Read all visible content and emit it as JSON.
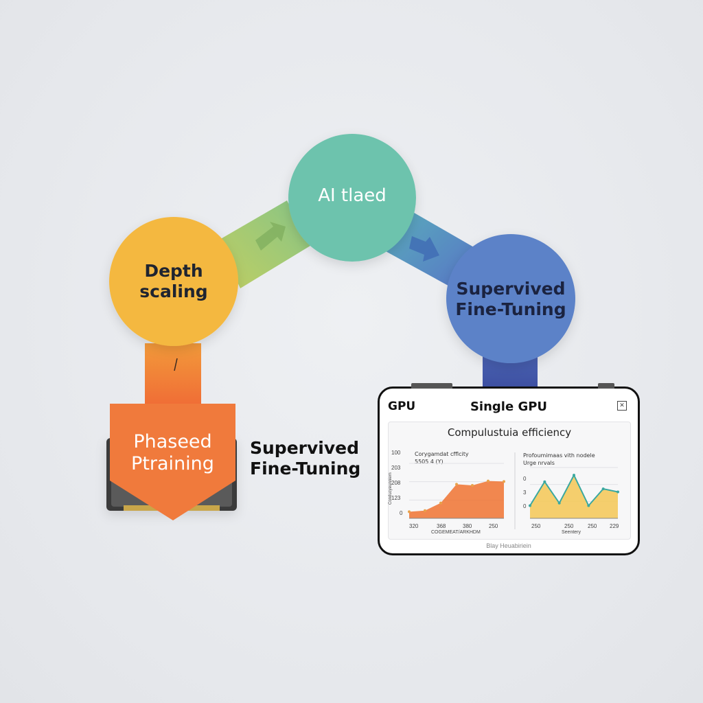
{
  "nodes": {
    "depth_scaling": {
      "line1": "Depth",
      "line2": "scaling",
      "color": "#f4b840"
    },
    "ai_tlaed": {
      "label": "AI tlaed",
      "color": "#6dc3ad"
    },
    "sft": {
      "line1": "Supervived",
      "line2": "Fine-Tuning",
      "color": "#5b82c8"
    },
    "phased": {
      "line1": "Phaseed",
      "line2": "Ptraining",
      "color": "#f07a3c"
    }
  },
  "side_label": {
    "line1": "Supervived",
    "line2": "Fine-Tuning"
  },
  "gpu_panel": {
    "left_label": "GPU",
    "title": "Single GPU",
    "close_icon": "close-icon",
    "inner_title": "Compulustuia efficiency",
    "footer": "Blay Heuabiriein",
    "left_chart": {
      "caption1": "Corygamdat cfflcity",
      "caption2": "5505 4 (Y)",
      "yticks": [
        "100",
        "203",
        "208",
        "123",
        "0"
      ],
      "xticks": [
        "320",
        "368",
        "380",
        "250"
      ],
      "xlabel": "COGEMEAT/ARKHDM",
      "ylabel": "Conducyeunniem"
    },
    "right_chart": {
      "caption1": "Profoumimaas vith nodele",
      "caption2": "Urge nrvals",
      "yticks": [
        "0",
        "3",
        "0"
      ],
      "xticks": [
        "250",
        "250",
        "250",
        "229"
      ],
      "xlabel": "Seentery"
    }
  },
  "chart_data": [
    {
      "type": "area",
      "title": "Corygamdat cfflcity",
      "xlabel": "COGEMEAT/ARKHDM",
      "ylabel": "Conducyeunniem",
      "x": [
        0,
        1,
        2,
        3,
        4,
        5,
        6
      ],
      "values": [
        0.12,
        0.14,
        0.28,
        0.62,
        0.6,
        0.68,
        0.67
      ],
      "color": "#f07a3c"
    },
    {
      "type": "area",
      "title": "Profoumimaas vith nodele",
      "xlabel": "Seentery",
      "x": [
        0,
        1,
        2,
        3,
        4,
        5,
        6
      ],
      "values": [
        0.25,
        0.72,
        0.3,
        0.85,
        0.25,
        0.58,
        0.52
      ],
      "color": "#f4c95d",
      "line_color": "#3aa8a0"
    }
  ]
}
